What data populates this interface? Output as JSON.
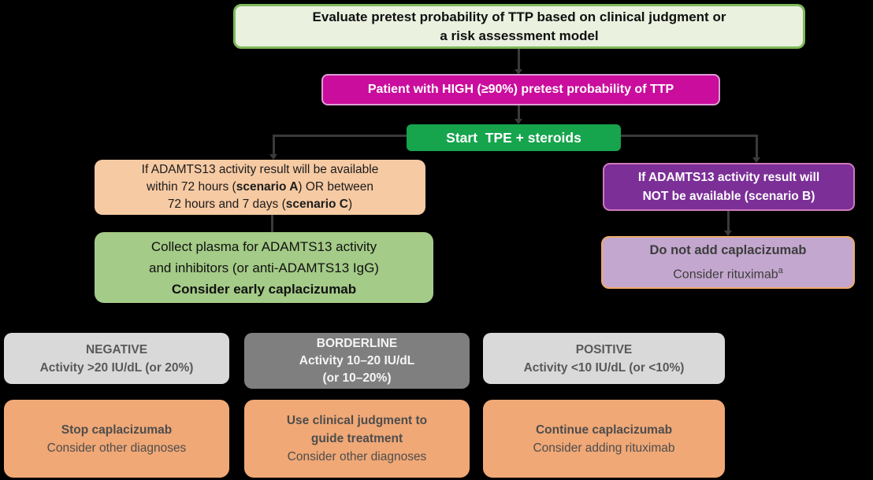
{
  "diagram_title": "TTP pretest probability and ADAMTS13 testing treatment algorithm",
  "colors": {
    "background": "#000000",
    "evaluate_fill": "#eaf1df",
    "evaluate_border": "#7db95c",
    "high_probability_fill": "#ca0d9c",
    "start_fill": "#16a44d",
    "scenario_ac_fill": "#f6caa3",
    "scenario_b_fill": "#7b2f97",
    "collect_fill": "#a4cb87",
    "do_not_add_fill": "#c3a7ce",
    "do_not_add_border": "#eda96d",
    "result_gray_light": "#d9d9d9",
    "result_gray_dark": "#7f7f7f",
    "action_orange": "#f0a876",
    "connector": "#3a3a3a"
  },
  "boxes": {
    "evaluate": {
      "line1": "Evaluate pretest probability of TTP based on clinical judgment or",
      "line2": "a risk assessment model"
    },
    "high_probability": {
      "text": "Patient with HIGH (≥90%) pretest probability of TTP"
    },
    "start_tpe": {
      "text": "Start  TPE + steroids"
    },
    "scenario_ac": {
      "line1": "If ADAMTS13 activity result will be available",
      "line2_pre": "within 72 hours (",
      "line2_bold": "scenario A",
      "line2_post": ") OR between",
      "line3_pre": "72 hours and 7 days (",
      "line3_bold": "scenario C",
      "line3_post": ")"
    },
    "scenario_b": {
      "line1": "If ADAMTS13 activity result will",
      "line2": "NOT be available (scenario B)"
    },
    "collect_plasma": {
      "line1": "Collect plasma for ADAMTS13 activity",
      "line2": "and inhibitors (or anti-ADAMTS13 IgG)",
      "line3": "Consider early caplacizumab"
    },
    "do_not_add": {
      "line1": "Do not add caplacizumab",
      "line2": "Consider rituximab",
      "superscript": "a"
    },
    "negative": {
      "title": "NEGATIVE",
      "subtitle": "Activity >20 IU/dL (or 20%)"
    },
    "borderline": {
      "title": "BORDERLINE",
      "line2": "Activity 10–20 IU/dL",
      "line3": "(or 10–20%)"
    },
    "positive": {
      "title": "POSITIVE",
      "subtitle": "Activity <10 IU/dL (or <10%)"
    },
    "stop": {
      "line1": "Stop caplacizumab",
      "line2": "Consider other diagnoses"
    },
    "clinical_judgment": {
      "line1": "Use clinical judgment to",
      "line2": "guide treatment",
      "line3": "Consider other diagnoses"
    },
    "continue": {
      "line1": "Continue caplacizumab",
      "line2": "Consider adding rituximab"
    }
  }
}
